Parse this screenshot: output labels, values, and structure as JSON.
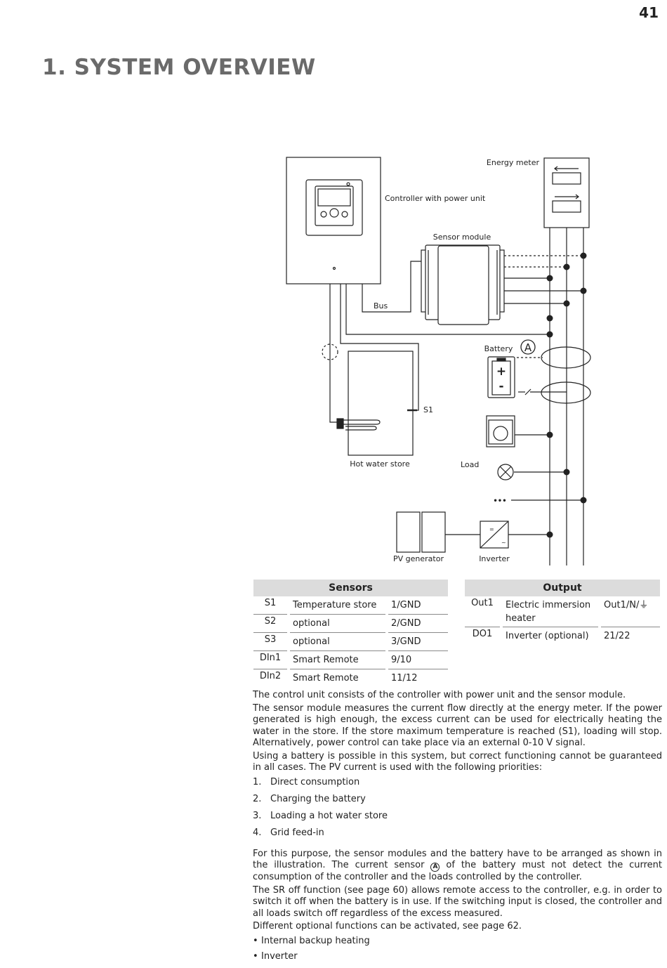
{
  "page_number": "41",
  "title": "1. SYSTEM OVERVIEW",
  "diagram": {
    "labels": {
      "energy_meter": "Energy meter",
      "controller": "Controller with power unit",
      "sensor_module": "Sensor module",
      "bus": "Bus",
      "battery": "Battery",
      "s1": "S1",
      "hot_water_store": "Hot water store",
      "load": "Load",
      "pv_generator": "PV generator",
      "inverter": "Inverter",
      "current_sensor_symbol": "A",
      "ellipsis": "•••",
      "plus": "+",
      "minus": "-",
      "inv_dc": "=",
      "inv_ac": "~"
    }
  },
  "sensors_table": {
    "header": "Sensors",
    "rows": [
      {
        "id": "S1",
        "desc": "Temperature store",
        "pins": "1/GND"
      },
      {
        "id": "S2",
        "desc": "optional",
        "pins": "2/GND"
      },
      {
        "id": "S3",
        "desc": "optional",
        "pins": "3/GND"
      },
      {
        "id": "DIn1",
        "desc": "Smart Remote",
        "pins": "9/10"
      },
      {
        "id": "DIn2",
        "desc": "Smart Remote",
        "pins": "11/12"
      }
    ]
  },
  "output_table": {
    "header": "Output",
    "rows": [
      {
        "id": "Out1",
        "desc": "Electric immersion heater",
        "pins": "Out1/N/⏚"
      },
      {
        "id": "DO1",
        "desc": "Inverter (optional)",
        "pins": "21/22"
      }
    ]
  },
  "text": {
    "p1": "The control unit consists of the controller with power unit and the sensor module.",
    "p2": "The sensor module measures the current flow directly at the energy meter. If the power generated is high enough, the excess current can be used for electrically heating the water in the store. If the store maximum temperature is reached (S1), loading will stop. Alternatively, power control can take place via an external 0-10 V signal.",
    "p3": "Using a battery is possible in this system, but correct functioning cannot be guaranteed in all cases. The PV current is used with the following priorities:",
    "priorities": [
      {
        "n": "1.",
        "text": "Direct consumption"
      },
      {
        "n": "2.",
        "text": "Charging the battery"
      },
      {
        "n": "3.",
        "text": "Loading a hot water store"
      },
      {
        "n": "4.",
        "text": "Grid feed-in"
      }
    ],
    "p4a": "For this purpose, the sensor modules and the battery have to be arranged as shown in the illustration. The current sensor",
    "p4_symbol": "A",
    "p4b": "of the battery must not detect the current consumption of the controller and the loads controlled by the controller.",
    "p5": "The SR off function (see page 60) allows remote access to the controller, e.g. in order to switch it off when the battery is in use. If the switching input is closed, the controller and all loads switch off regardless of the excess measured.",
    "p6": "Different optional functions can be activated, see page 62.",
    "bullets": [
      {
        "b": "•",
        "text": "Internal backup heating"
      },
      {
        "b": "•",
        "text": "Inverter"
      }
    ]
  }
}
